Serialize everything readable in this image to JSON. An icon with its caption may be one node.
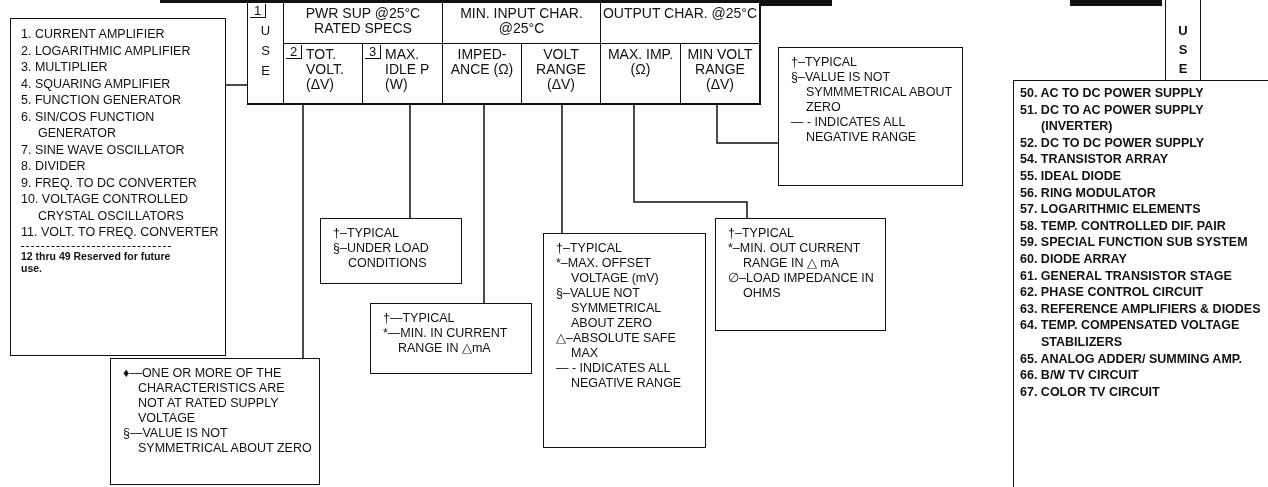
{
  "diagram": {
    "nodes": [
      {
        "text": [],
        "shape": "box"
      },
      {
        "text": [
          "1",
          "USE"
        ],
        "in": 0
      },
      {
        "text": [
          "PWR SUP @25°C RATED SPECS"
        ],
        "in": 0
      },
      {
        "text": [
          "2",
          "TOT. VOLT. (ΔV)"
        ],
        "in": 0
      },
      {
        "text": [
          "3",
          "MAX. IDLE P (W)"
        ],
        "in": 0
      },
      {
        "text": [
          "MIN. INPUT CHAR. @25°C"
        ],
        "in": 0
      },
      {
        "text": [
          "IMPED- ANCE (Ω)"
        ],
        "in": 0
      },
      {
        "text": [
          "VOLT RANGE (ΔV)"
        ],
        "in": 0
      },
      {
        "text": [
          "OUTPUT CHAR. @25°C"
        ],
        "in": 0
      },
      {
        "text": [
          "MAX. IMP. (Ω)"
        ],
        "in": 0
      },
      {
        "text": [
          "MIN VOLT RANGE (ΔV)"
        ],
        "in": 0
      },
      {
        "text": [
          "1. CURRENT AMPLIFIER",
          "2. LOGARITHMIC AMPLIFIER",
          "3. MULTIPLIER",
          "4. SQUARING AMPLIFIER",
          "5. FUNCTION GENERATOR",
          "6. SIN/COS FUNCTION GENERATOR",
          "7. SINE WAVE OSCILLATOR",
          "8. DIVIDER",
          "9. FREQ. TO DC CONVERTER",
          "10. VOLTAGE CONTROLLED CRYSTAL OSCILLATORS",
          "11. VOLT. TO FREQ. CONVERTER",
          "12 thru 49 Reserved for future use."
        ]
      },
      {
        "text": [
          "†–TYPICAL",
          "§–UNDER LOAD CONDITIONS"
        ]
      },
      {
        "text": [
          "†—TYPICAL",
          "*—MIN. IN CURRENT RANGE IN △mA"
        ]
      },
      {
        "text": [
          "♦—ONE OR MORE OF THE CHARACTERISTICS ARE NOT AT RATED SUPPLY VOLTAGE",
          "§—VALUE IS NOT SYMMETRICAL ABOUT ZERO"
        ]
      },
      {
        "text": [
          "†–TYPICAL",
          "*–MAX. OFFSET VOLTAGE (mV)",
          "§–VALUE NOT SYMMETRICAL ABOUT ZERO",
          "△–ABSOLUTE SAFE MAX",
          "— - INDICATES ALL NEGATIVE RANGE"
        ]
      },
      {
        "text": [
          "†–TYPICAL",
          "*–MIN. OUT CURRENT RANGE IN △ mA",
          "∅–LOAD IMPEDANCE IN OHMS"
        ]
      },
      {
        "text": [
          "†–TYPICAL",
          "§–VALUE IS NOT SYMMMETRICAL ABOUT ZERO",
          "— - INDICATES ALL NEGATIVE RANGE"
        ]
      },
      {
        "text": [
          "USE"
        ]
      },
      {
        "text": [
          "50. AC TO DC POWER SUPPLY",
          "51. DC TO AC POWER SUPPLY (INVERTER)",
          "52. DC TO DC POWER SUPPLY",
          "54. TRANSISTOR ARRAY",
          "55. IDEAL DIODE",
          "56. RING MODULATOR",
          "57. LOGARITHMIC ELEMENTS",
          "58. TEMP. CONTROLLED DIF. PAIR",
          "59. SPECIAL FUNCTION SUB SYSTEM",
          "60. DIODE ARRAY",
          "61. GENERAL TRANSISTOR STAGE",
          "62. PHASE CONTROL CIRCUIT",
          "63. REFERENCE AMPLIFIERS & DIODES",
          "64. TEMP. COMPENSATED VOLTAGE STABILIZERS",
          "65. ANALOG ADDER/ SUMMING AMP.",
          "66. B/W TV CIRCUIT",
          "67. COLOR TV CIRCUIT"
        ]
      }
    ],
    "edges": [
      {
        "from": 11,
        "to": 1,
        "arrow": "none"
      },
      {
        "from": 3,
        "to": 14,
        "arrow": "none"
      },
      {
        "from": 4,
        "to": 12,
        "arrow": "none"
      },
      {
        "from": 6,
        "to": 13,
        "arrow": "none"
      },
      {
        "from": 7,
        "to": 15,
        "arrow": "none"
      },
      {
        "from": 9,
        "to": 16,
        "arrow": "none"
      },
      {
        "from": 10,
        "to": 17,
        "arrow": "none"
      }
    ]
  }
}
